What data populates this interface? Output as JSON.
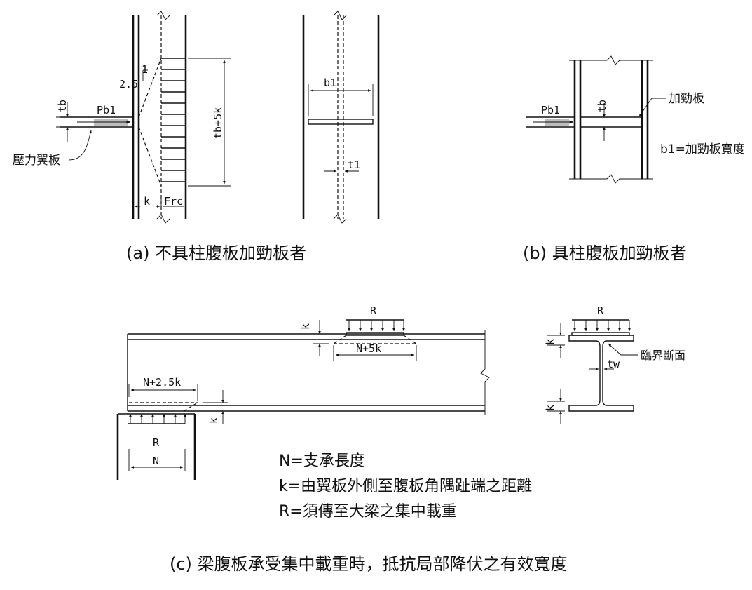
{
  "diagram": {
    "panel_a": {
      "labels": {
        "tb": "tb",
        "pb1": "Pb1",
        "slope_2_5": "2.5",
        "slope_1": "1",
        "tb5k": "tb+5k",
        "k": "k",
        "frc": "Frc",
        "b1": "b1",
        "t1": "t1",
        "compression_flange": "壓力翼板"
      },
      "caption": "(a) 不具柱腹板加勁板者"
    },
    "panel_b": {
      "labels": {
        "pb1": "Pb1",
        "tb": "tb",
        "stiffener": "加勁板",
        "b1_def": "b1=加勁板寬度"
      },
      "caption": "(b) 具柱腹板加勁板者"
    },
    "panel_c": {
      "labels": {
        "r_top": "R",
        "k_top": "k",
        "n5k": "N+5k",
        "n25k": "N+2.5k",
        "k_bottom": "k",
        "r_bottom": "R",
        "n": "N",
        "r_section": "R",
        "k_section_top": "k",
        "critical_section": "臨界斷面",
        "tw": "tw",
        "k_section_bottom": "k"
      },
      "legend": [
        "N=支承長度",
        "k=由翼板外側至腹板角隅趾端之距離",
        "R=須傳至大梁之集中載重"
      ],
      "caption": "(c) 梁腹板承受集中載重時，抵抗局部降伏之有效寬度"
    }
  }
}
